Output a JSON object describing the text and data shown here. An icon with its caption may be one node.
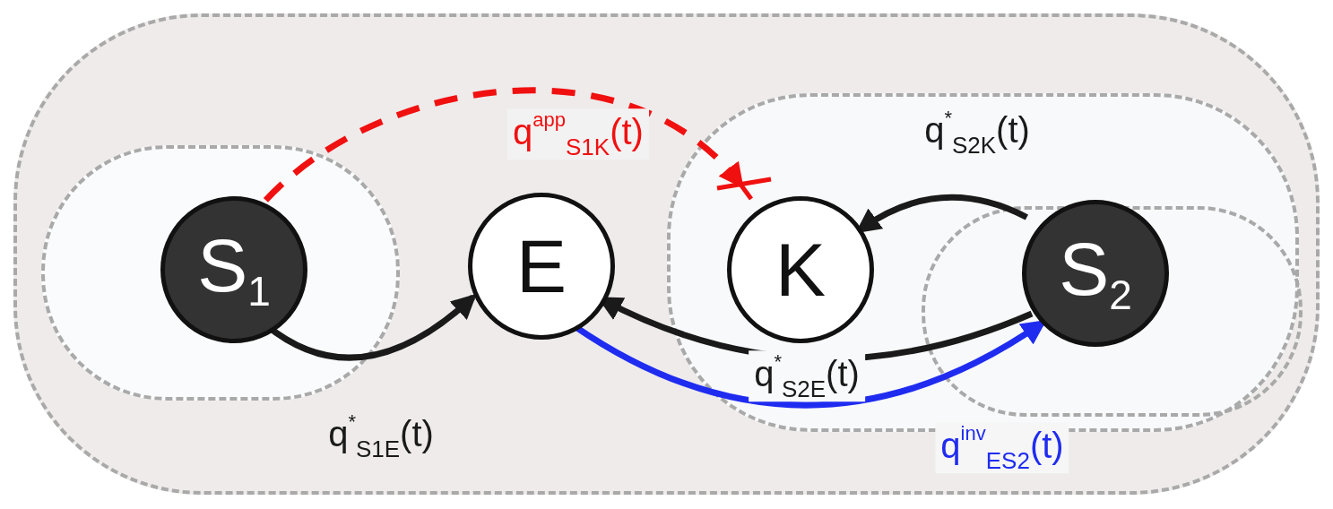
{
  "diagram": {
    "nodes": [
      {
        "text": [],
        "shape": "box"
      },
      {
        "text": [],
        "shape": "box",
        "in": 0
      },
      {
        "text": [
          "S$_{1}$"
        ],
        "in": 1
      },
      {
        "text": [
          "E"
        ],
        "in": 0
      },
      {
        "text": [],
        "shape": "box",
        "in": 0
      },
      {
        "text": [
          "K"
        ],
        "in": 4
      },
      {
        "text": [],
        "shape": "box",
        "in": 4
      },
      {
        "text": [
          "S$_{2}$"
        ],
        "in": 6
      }
    ],
    "edges": [
      {
        "from": 2,
        "to": 3,
        "arrow": "to",
        "label": "q$^{*}$$_{S1E}$(t)"
      },
      {
        "from": 7,
        "to": 5,
        "arrow": "to",
        "label": "q$^{*}$$_{S2K}$(t)"
      },
      {
        "from": 7,
        "to": 3,
        "arrow": "to",
        "label": "q$^{*}$$_{S2E}$(t)"
      },
      {
        "from": 3,
        "to": 7,
        "arrow": "to",
        "label": "q$^{inv}$$_{ES2}$(t)",
        "color": "#1f2cf0"
      },
      {
        "from": 2,
        "to": 5,
        "arrow": "to",
        "label": "q$^{app}$$_{S1K}$(t)",
        "style": "dashed",
        "color": "#f01010"
      }
    ]
  }
}
